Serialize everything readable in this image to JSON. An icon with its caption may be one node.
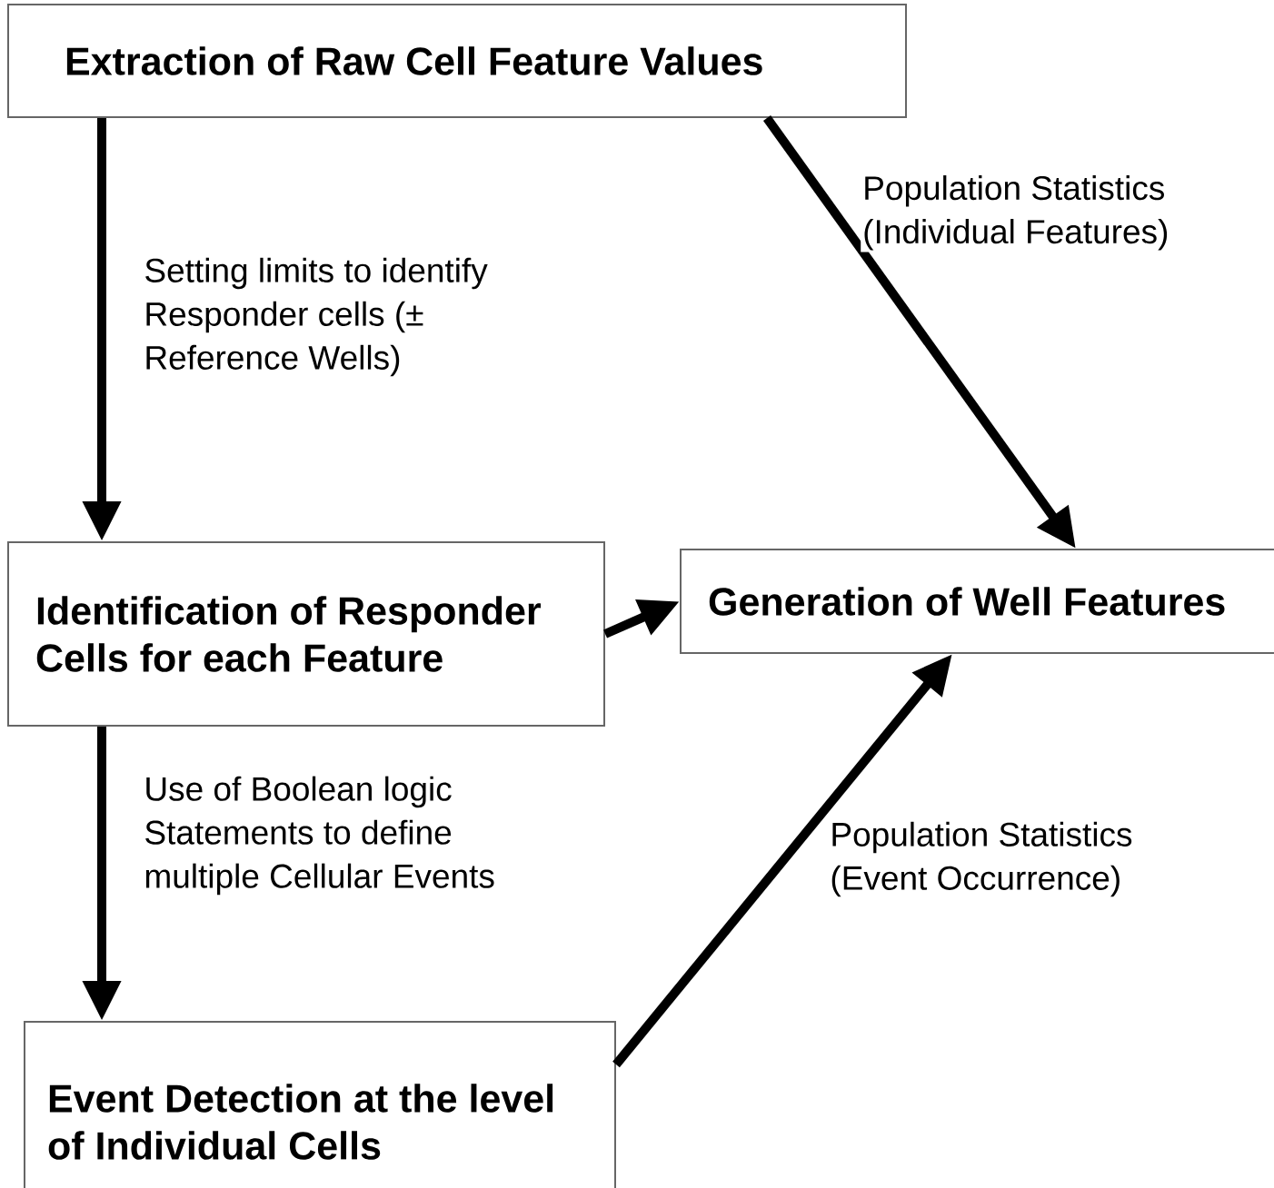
{
  "diagram": {
    "nodes": [
      {
        "text": [
          "Extraction of Raw Cell Feature Values"
        ]
      },
      {
        "text": [
          "Identification of Responder Cells for each Feature"
        ]
      },
      {
        "text": [
          "Generation of Well Features"
        ]
      },
      {
        "text": [
          "Event Detection at the level of Individual Cells"
        ]
      }
    ],
    "edges": [
      {
        "from": 0,
        "to": 1,
        "arrow": "to",
        "label": "Setting limits to identify Responder cells (± Reference Wells)"
      },
      {
        "from": 0,
        "to": 2,
        "arrow": "to",
        "label": "Population Statistics (Individual Features)"
      },
      {
        "from": 1,
        "to": 2,
        "arrow": "to"
      },
      {
        "from": 1,
        "to": 3,
        "arrow": "to",
        "label": "Use of Boolean logic Statements to define multiple Cellular Events"
      },
      {
        "from": 3,
        "to": 2,
        "arrow": "to",
        "label": "Population Statistics (Event Occurrence)"
      }
    ]
  }
}
